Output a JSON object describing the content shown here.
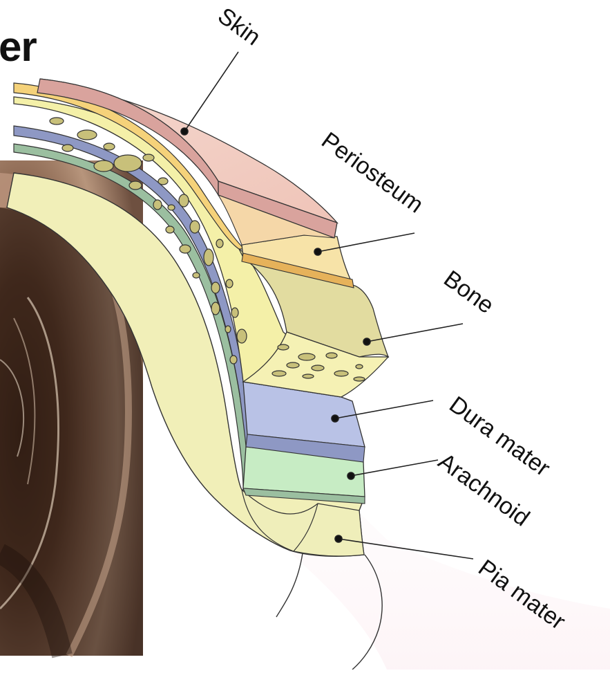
{
  "slide": {
    "title_fragment": "er"
  },
  "diagram": {
    "labels": {
      "skin": "Skin",
      "periosteum": "Periosteum",
      "bone": "Bone",
      "dura_mater": "Dura mater",
      "arachnoid": "Arachnoid",
      "pia_mater": "Pia mater"
    },
    "colors": {
      "skin": "#d9a39d",
      "skin_light": "#f2cfc6",
      "periosteum": "#f5d27a",
      "periosteum_light": "#f7e3a8",
      "bone": "#f4f0a8",
      "bone_cut": "#e2dca0",
      "bone_pore": "#c8c07a",
      "dura_mater": "#8e98c4",
      "dura_mater_light": "#b9c2e6",
      "arachnoid": "#9bbfa0",
      "arachnoid_light": "#c7ecc4",
      "pia_mater": "#f1efb8",
      "photo_dark": "#2a1a12",
      "photo_tissue": "#9c7a63"
    }
  }
}
